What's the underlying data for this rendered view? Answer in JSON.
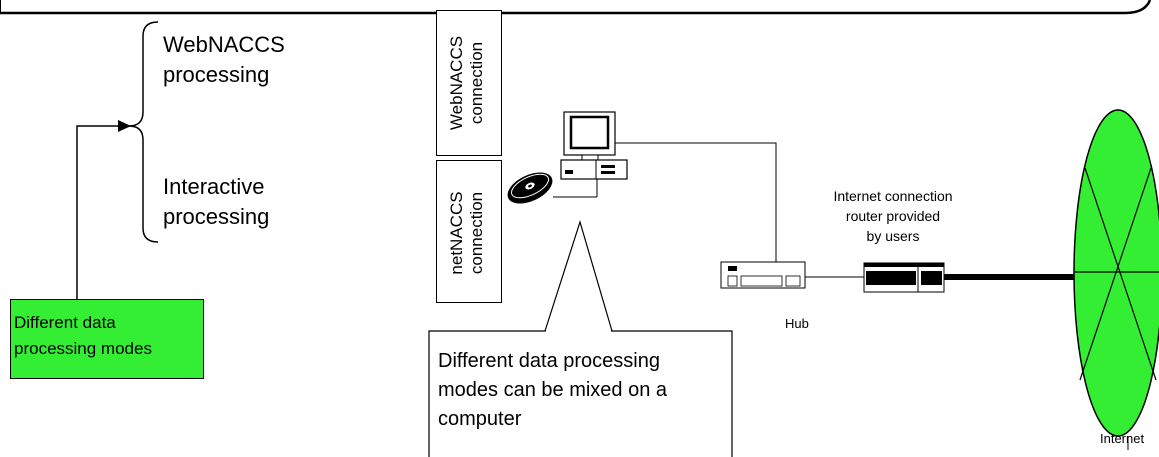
{
  "modes": {
    "webnaccs_line1": "WebNACCS",
    "webnaccs_line2": "processing",
    "interactive_line1": "Interactive",
    "interactive_line2": "processing",
    "box_line1": "Different data",
    "box_line2": "processing modes"
  },
  "connections": {
    "webnaccs_line1": "WebNACCS",
    "webnaccs_line2": "connection",
    "netnaccs_line1": "netNACCS",
    "netnaccs_line2": "connection"
  },
  "callout": {
    "line1": "Different data processing",
    "line2": "modes can be mixed on a",
    "line3": "computer"
  },
  "network": {
    "router_line1": "Internet connection",
    "router_line2": "router provided",
    "router_line3": "by users",
    "hub_label": "Hub",
    "internet_label": "Internet",
    "hub_panel": "0 |000000| 00"
  },
  "colors": {
    "mode_box": "#33ee33",
    "internet_cloud": "#33ee33"
  }
}
